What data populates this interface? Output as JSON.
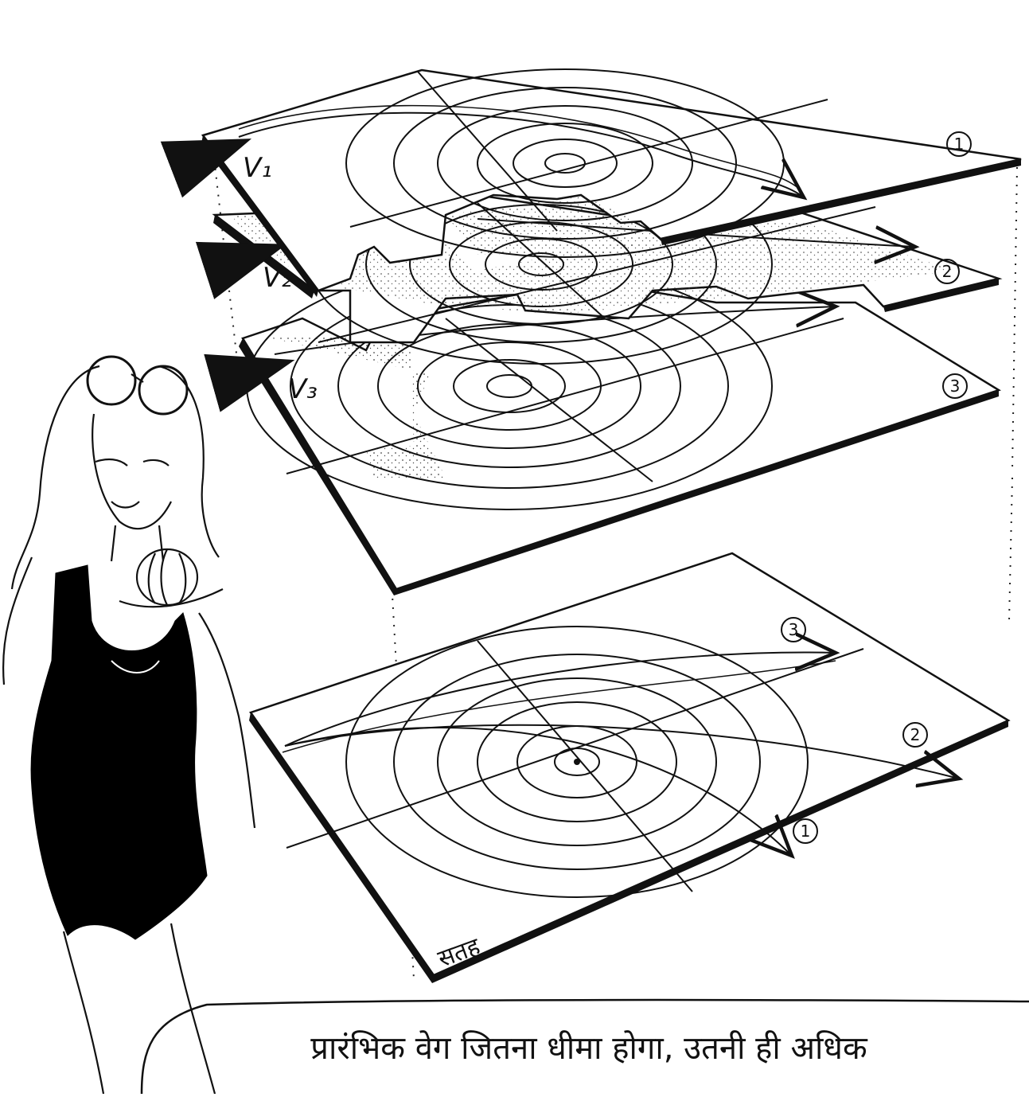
{
  "diagram": {
    "layer_labels": {
      "layer1": "1",
      "layer2": "2",
      "layer3": "3"
    },
    "velocity_labels": {
      "v1": "V₁",
      "v2": "V₂",
      "v3": "V₃"
    },
    "surface": {
      "label": "सतह",
      "trajectory_labels": [
        "3",
        "2",
        "1"
      ]
    }
  },
  "caption": {
    "line1": "प्रारंभिक वेग जितना धीमा होगा, उतनी ही अधिक"
  }
}
